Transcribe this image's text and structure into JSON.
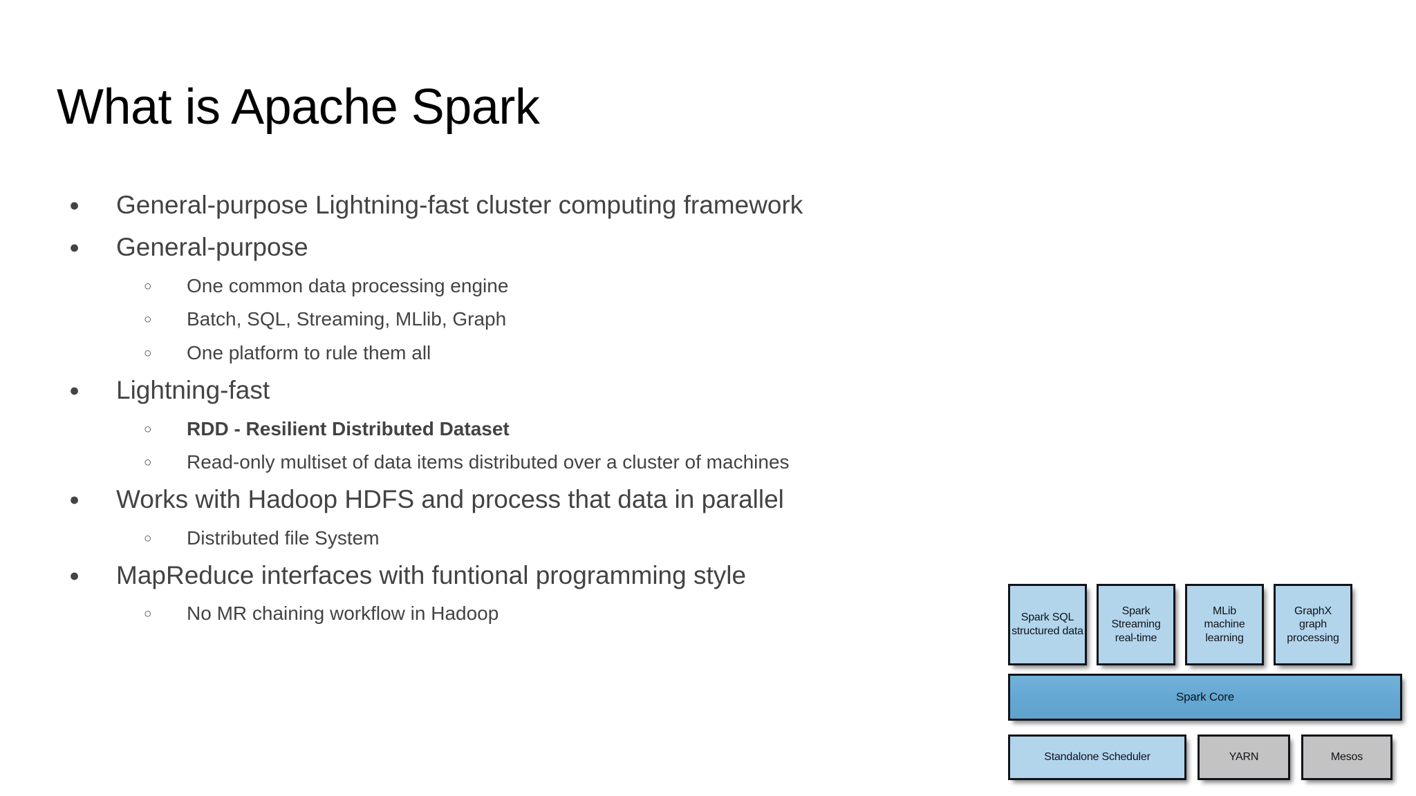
{
  "slide": {
    "title": "What is Apache Spark",
    "background_color": "#ffffff",
    "title_color": "#000000",
    "body_text_color": "#434343"
  },
  "bullets": [
    {
      "level": 1,
      "marker": "●",
      "text": "General-purpose Lightning-fast cluster computing framework",
      "bold": false
    },
    {
      "level": 1,
      "marker": "●",
      "text": "General-purpose",
      "bold": false
    },
    {
      "level": 2,
      "marker": "○",
      "text": "One common data processing engine",
      "bold": false
    },
    {
      "level": 2,
      "marker": "○",
      "text": "Batch, SQL, Streaming, MLlib, Graph",
      "bold": false
    },
    {
      "level": 2,
      "marker": "○",
      "text": "One platform to rule them all",
      "bold": false
    },
    {
      "level": 1,
      "marker": "●",
      "text": "Lightning-fast",
      "bold": false
    },
    {
      "level": 2,
      "marker": "○",
      "text": "RDD - Resilient Distributed Dataset",
      "bold": true
    },
    {
      "level": 2,
      "marker": "○",
      "text": "Read-only multiset of data items distributed over a cluster of machines",
      "bold": false
    },
    {
      "level": 1,
      "marker": "●",
      "text": "Works with Hadoop HDFS and process that data in parallel",
      "bold": false
    },
    {
      "level": 2,
      "marker": "○",
      "text": "Distributed file System",
      "bold": false
    },
    {
      "level": 1,
      "marker": "●",
      "text": "MapReduce interfaces with funtional programming style",
      "bold": false
    },
    {
      "level": 2,
      "marker": "○",
      "text": "No MR chaining workflow in Hadoop",
      "bold": false
    }
  ],
  "diagram": {
    "name": "spark-stack-diagram",
    "colors": {
      "light_blue": "#b2d5ec",
      "core_blue": "#63a7d2",
      "gray": "#c3c3c3",
      "border": "#111318"
    },
    "top_row": [
      {
        "line1": "Spark SQL",
        "line2": "structured data",
        "line3": ""
      },
      {
        "line1": "Spark Streaming",
        "line2": "real-time",
        "line3": ""
      },
      {
        "line1": "MLib",
        "line2": "machine",
        "line3": "learning"
      },
      {
        "line1": "GraphX",
        "line2": "graph",
        "line3": "processing"
      }
    ],
    "core": {
      "label": "Spark Core"
    },
    "bottom_row": [
      {
        "label": "Standalone Scheduler",
        "style": "light"
      },
      {
        "label": "YARN",
        "style": "gray"
      },
      {
        "label": "Mesos",
        "style": "gray"
      }
    ]
  }
}
